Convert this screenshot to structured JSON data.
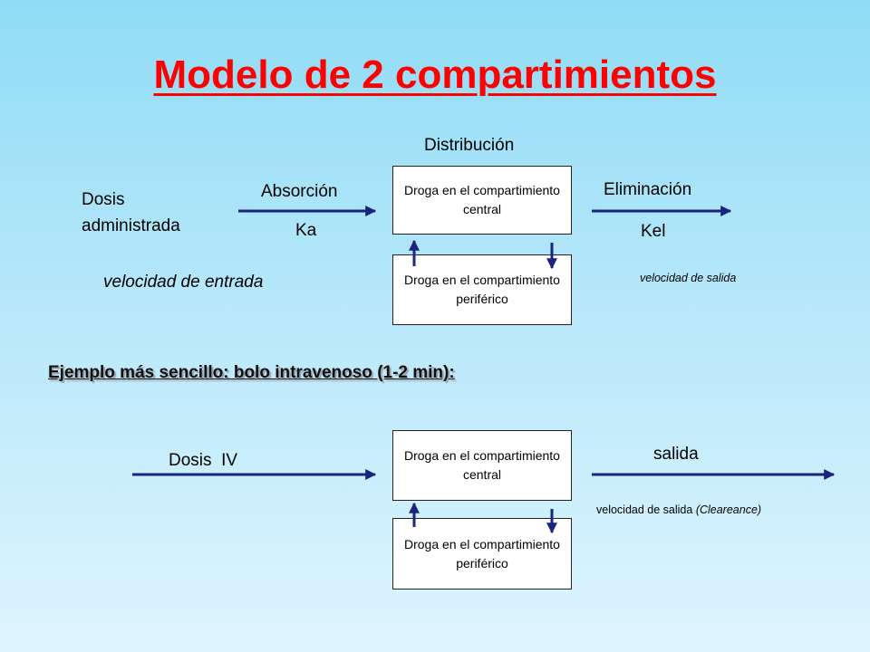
{
  "title": "Modelo de 2 compartimientos",
  "diagram1": {
    "distribution_label": "Distribución",
    "dose_label_line1": "Dosis",
    "dose_label_line2": "administrada",
    "absorption_label": "Absorción",
    "ka_label": "Ka",
    "central_box": "Droga en el compartimiento central",
    "peripheral_box": "Droga en el compartimiento periférico",
    "elimination_label": "Eliminación",
    "kel_label": "Kel",
    "input_rate": "velocidad de entrada",
    "output_rate": "velocidad de salida"
  },
  "example_heading": "Ejemplo más sencillo: bolo intravenoso (1-2 min):",
  "diagram2": {
    "iv_dose_label": "Dosis  IV",
    "central_box": "Droga en el compartimiento central",
    "peripheral_box": "Droga en el compartimiento periférico",
    "output_label": "salida",
    "output_rate_text": "velocidad de salida",
    "output_rate_paren": "(Cleareance)"
  },
  "colors": {
    "title": "#ff0000",
    "arrows": "#1a237e"
  }
}
